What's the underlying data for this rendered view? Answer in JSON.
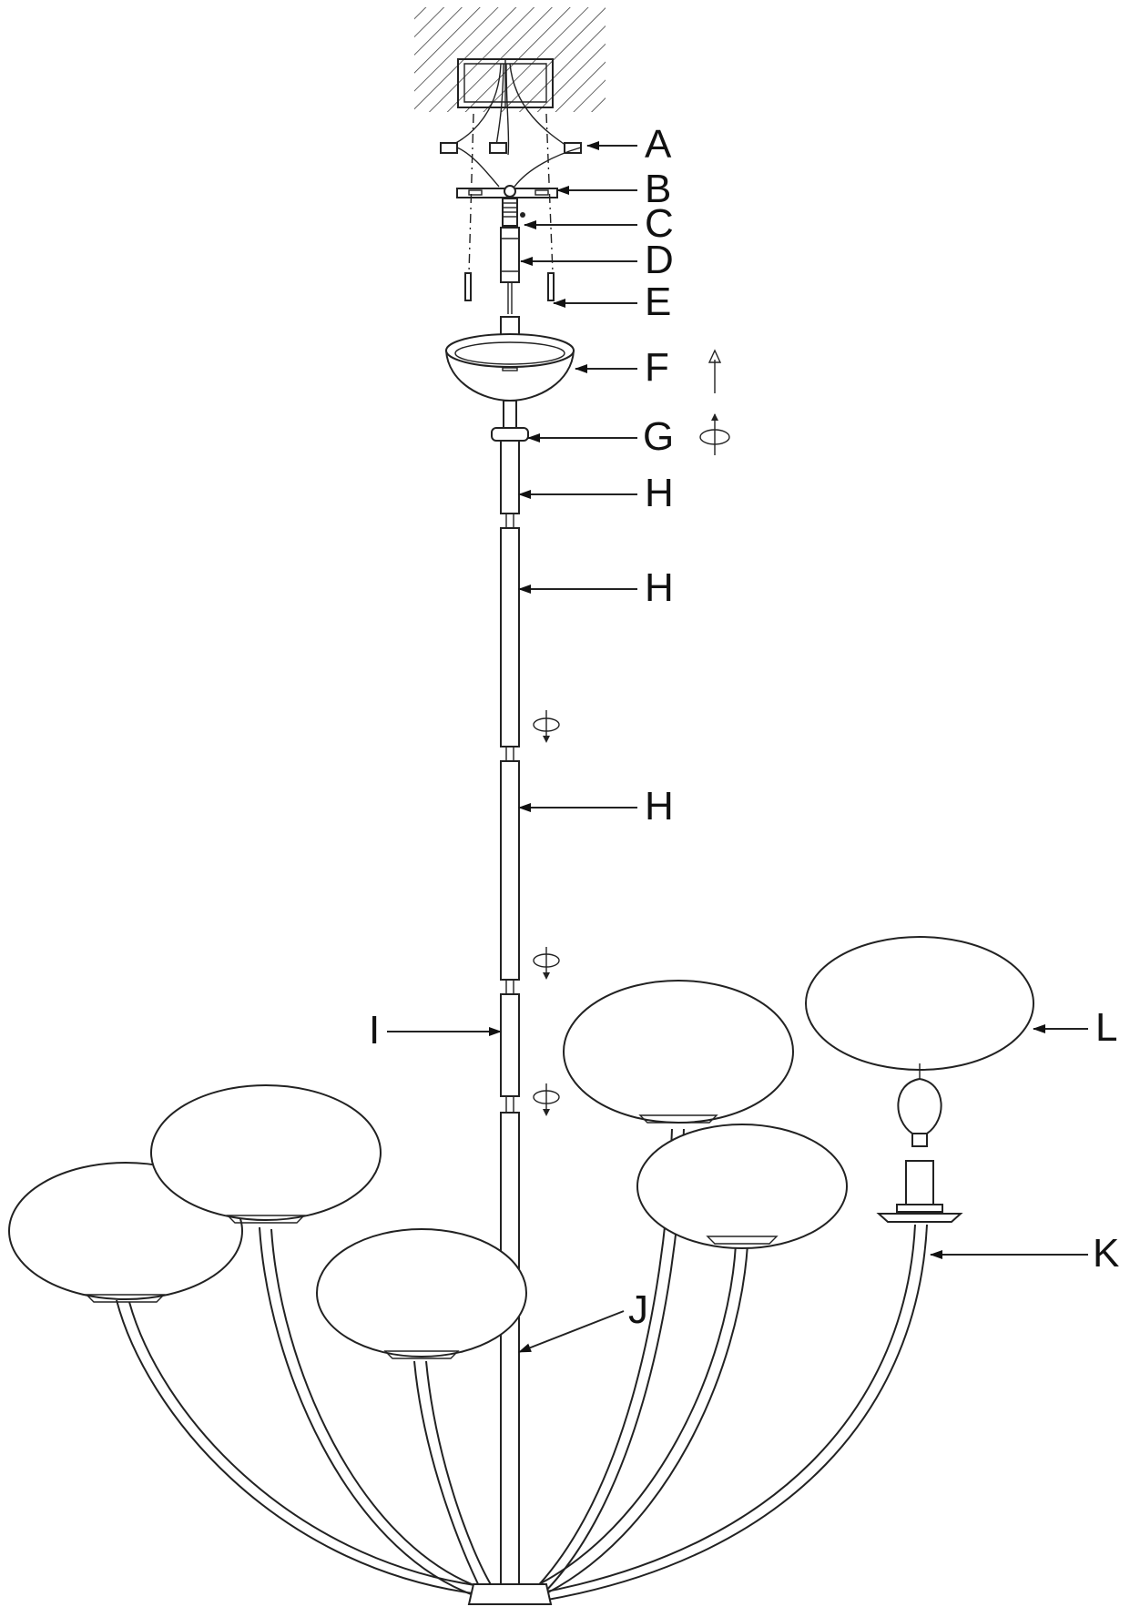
{
  "labels": {
    "A": "A",
    "B": "B",
    "C": "C",
    "D": "D",
    "E": "E",
    "F": "F",
    "G": "G",
    "H1": "H",
    "H2": "H",
    "H3": "H",
    "I": "I",
    "J": "J",
    "K": "K",
    "L": "L"
  }
}
